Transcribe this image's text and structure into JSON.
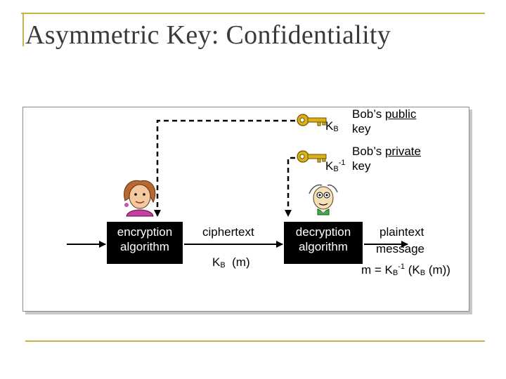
{
  "slide": {
    "title": "Asymmetric Key: Confidentiality"
  },
  "keys": {
    "public": {
      "symbol": "K",
      "subscript": "B",
      "owner_text": "Bob’s",
      "kind": "public",
      "noun": "key"
    },
    "private": {
      "symbol": "K",
      "subscript": "B",
      "superscript": "-1",
      "owner_text": "Bob’s",
      "kind": "private",
      "noun": "key"
    }
  },
  "encryption": {
    "line1": "encryption",
    "line2": "algorithm"
  },
  "ciphertext": {
    "label": "ciphertext",
    "formula_symbol": "K",
    "formula_sub": "B",
    "formula_arg": "(m)"
  },
  "decryption": {
    "line1": "decryption",
    "line2": "algorithm"
  },
  "plaintext": {
    "line1": "plaintext",
    "line2": "message",
    "eq_prefix": "m = K",
    "eq_sub1": "B",
    "eq_sup": "-1",
    "eq_open": "(K",
    "eq_sub2": "B",
    "eq_close": "(m))"
  },
  "colors": {
    "accent_lines": "#c9b44a",
    "key_gold": "#d9b21a",
    "box_fill": "#000000"
  }
}
